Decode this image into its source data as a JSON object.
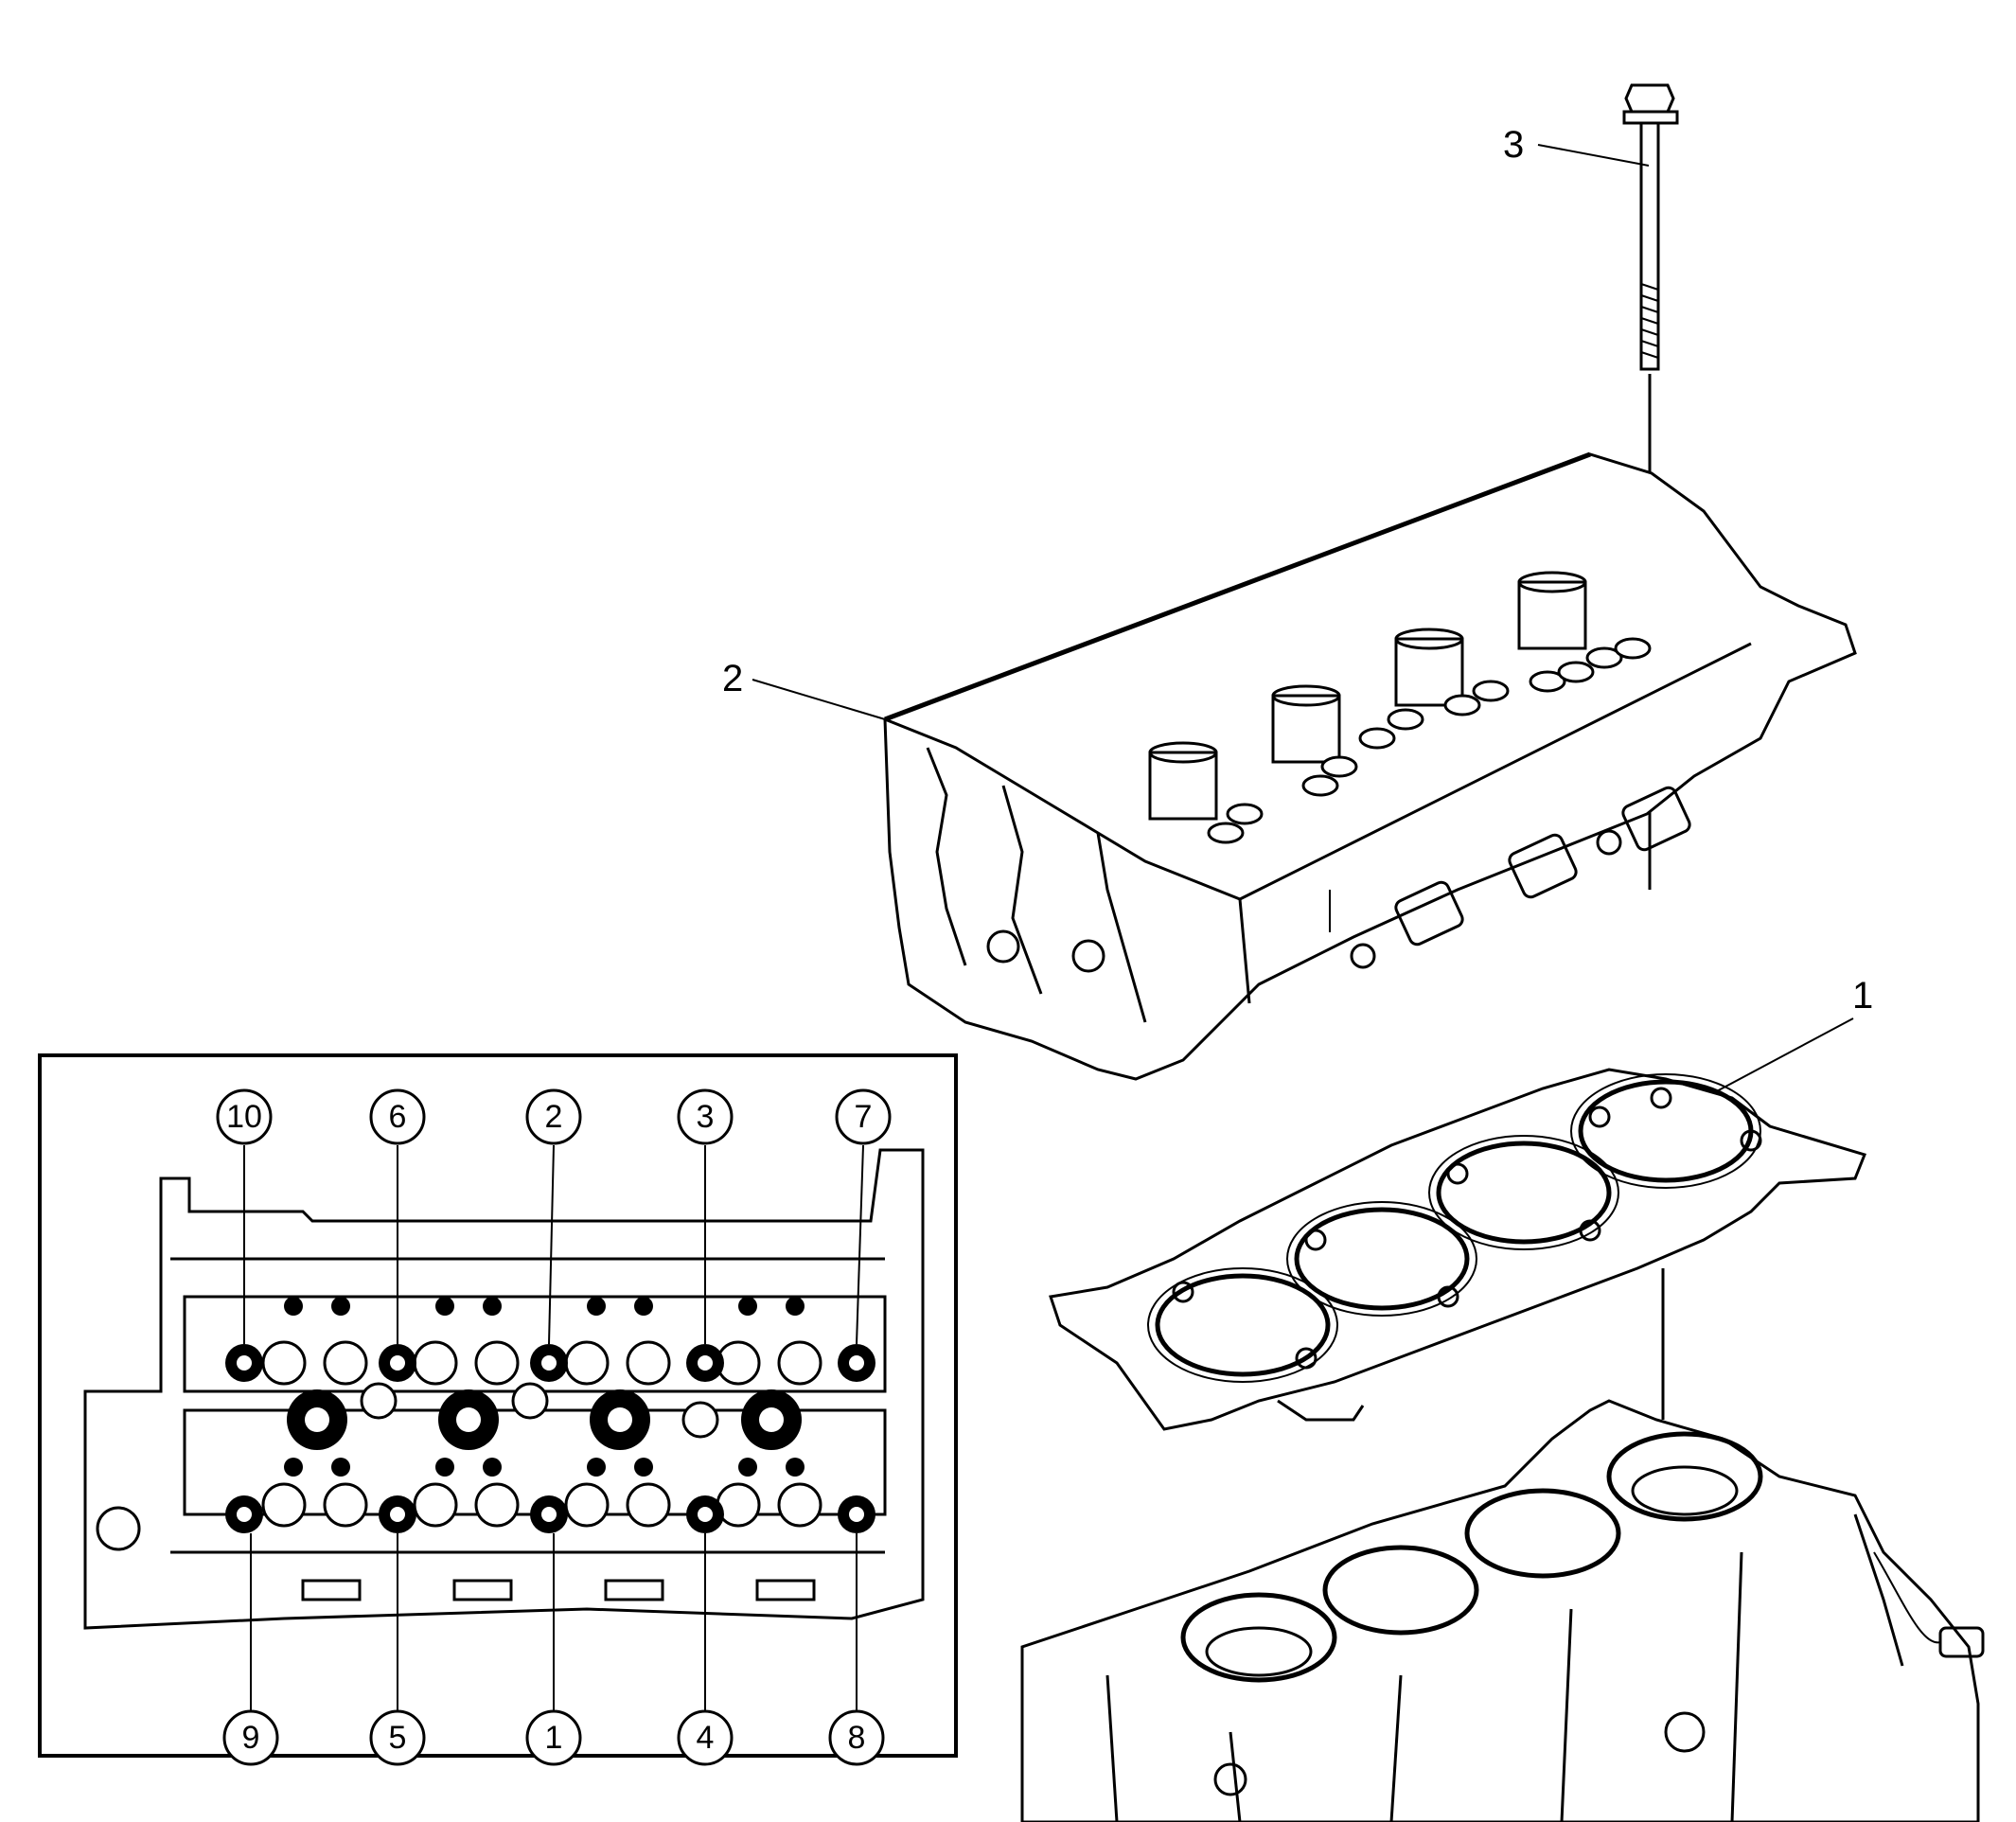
{
  "callouts": {
    "gasket": "1",
    "cylinder_head": "2",
    "head_bolt": "3"
  },
  "sequence": {
    "top_row": [
      "10",
      "6",
      "2",
      "3",
      "7"
    ],
    "bottom_row": [
      "9",
      "5",
      "1",
      "4",
      "8"
    ]
  }
}
